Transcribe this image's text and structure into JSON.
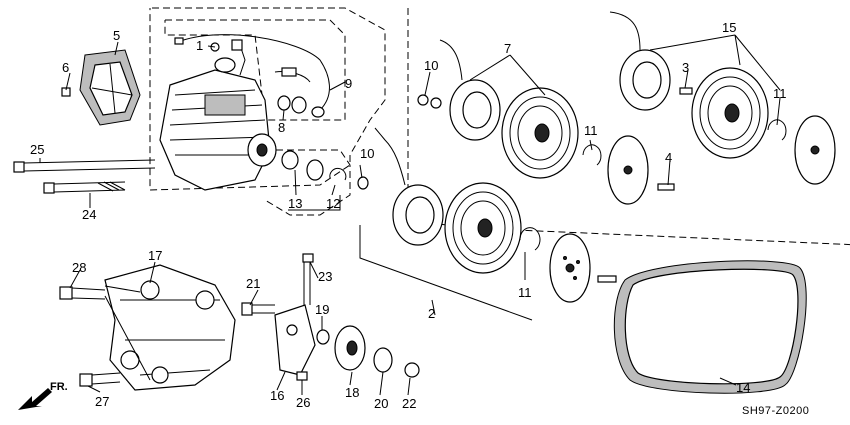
{
  "diagram": {
    "code": "SH97-Z0200",
    "direction": "FR.",
    "parts": [
      {
        "id": "p1",
        "label": "1"
      },
      {
        "id": "p2",
        "label": "2"
      },
      {
        "id": "p3",
        "label": "3"
      },
      {
        "id": "p4",
        "label": "4"
      },
      {
        "id": "p5",
        "label": "5"
      },
      {
        "id": "p6",
        "label": "6"
      },
      {
        "id": "p7",
        "label": "7"
      },
      {
        "id": "p8",
        "label": "8"
      },
      {
        "id": "p9",
        "label": "9"
      },
      {
        "id": "p10a",
        "label": "10"
      },
      {
        "id": "p10b",
        "label": "10"
      },
      {
        "id": "p11a",
        "label": "11"
      },
      {
        "id": "p11b",
        "label": "11"
      },
      {
        "id": "p11c",
        "label": "11"
      },
      {
        "id": "p12",
        "label": "12"
      },
      {
        "id": "p13",
        "label": "13"
      },
      {
        "id": "p14",
        "label": "14"
      },
      {
        "id": "p15",
        "label": "15"
      },
      {
        "id": "p16",
        "label": "16"
      },
      {
        "id": "p17",
        "label": "17"
      },
      {
        "id": "p18",
        "label": "18"
      },
      {
        "id": "p19",
        "label": "19"
      },
      {
        "id": "p20",
        "label": "20"
      },
      {
        "id": "p21",
        "label": "21"
      },
      {
        "id": "p22",
        "label": "22"
      },
      {
        "id": "p23",
        "label": "23"
      },
      {
        "id": "p24",
        "label": "24"
      },
      {
        "id": "p25",
        "label": "25"
      },
      {
        "id": "p26",
        "label": "26"
      },
      {
        "id": "p27",
        "label": "27"
      },
      {
        "id": "p28",
        "label": "28"
      }
    ]
  }
}
